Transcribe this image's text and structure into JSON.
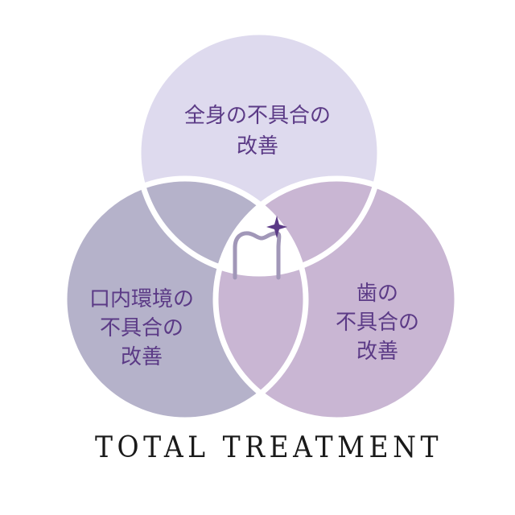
{
  "circles": {
    "top": {
      "lines": [
        "全身の不具合の",
        "改善"
      ]
    },
    "left": {
      "lines": [
        "口内環境の",
        "不具合の",
        "改善"
      ]
    },
    "right": {
      "lines": [
        "歯の",
        "不具合の",
        "改善"
      ]
    }
  },
  "caption": "TOTAL TREATMENT",
  "colors": {
    "top_circle": "#dedaee",
    "left_circle": "#b5b2ca",
    "right_circle": "#c9b6d3",
    "center": "#ffffff",
    "outline": "#ffffff",
    "label_text": "#5b3a86",
    "tooth_icon": "#a197b8",
    "sparkle_icon": "#5b3a86",
    "caption_text": "#1a1a1a"
  },
  "icons": [
    "tooth-icon",
    "sparkle-icon"
  ]
}
